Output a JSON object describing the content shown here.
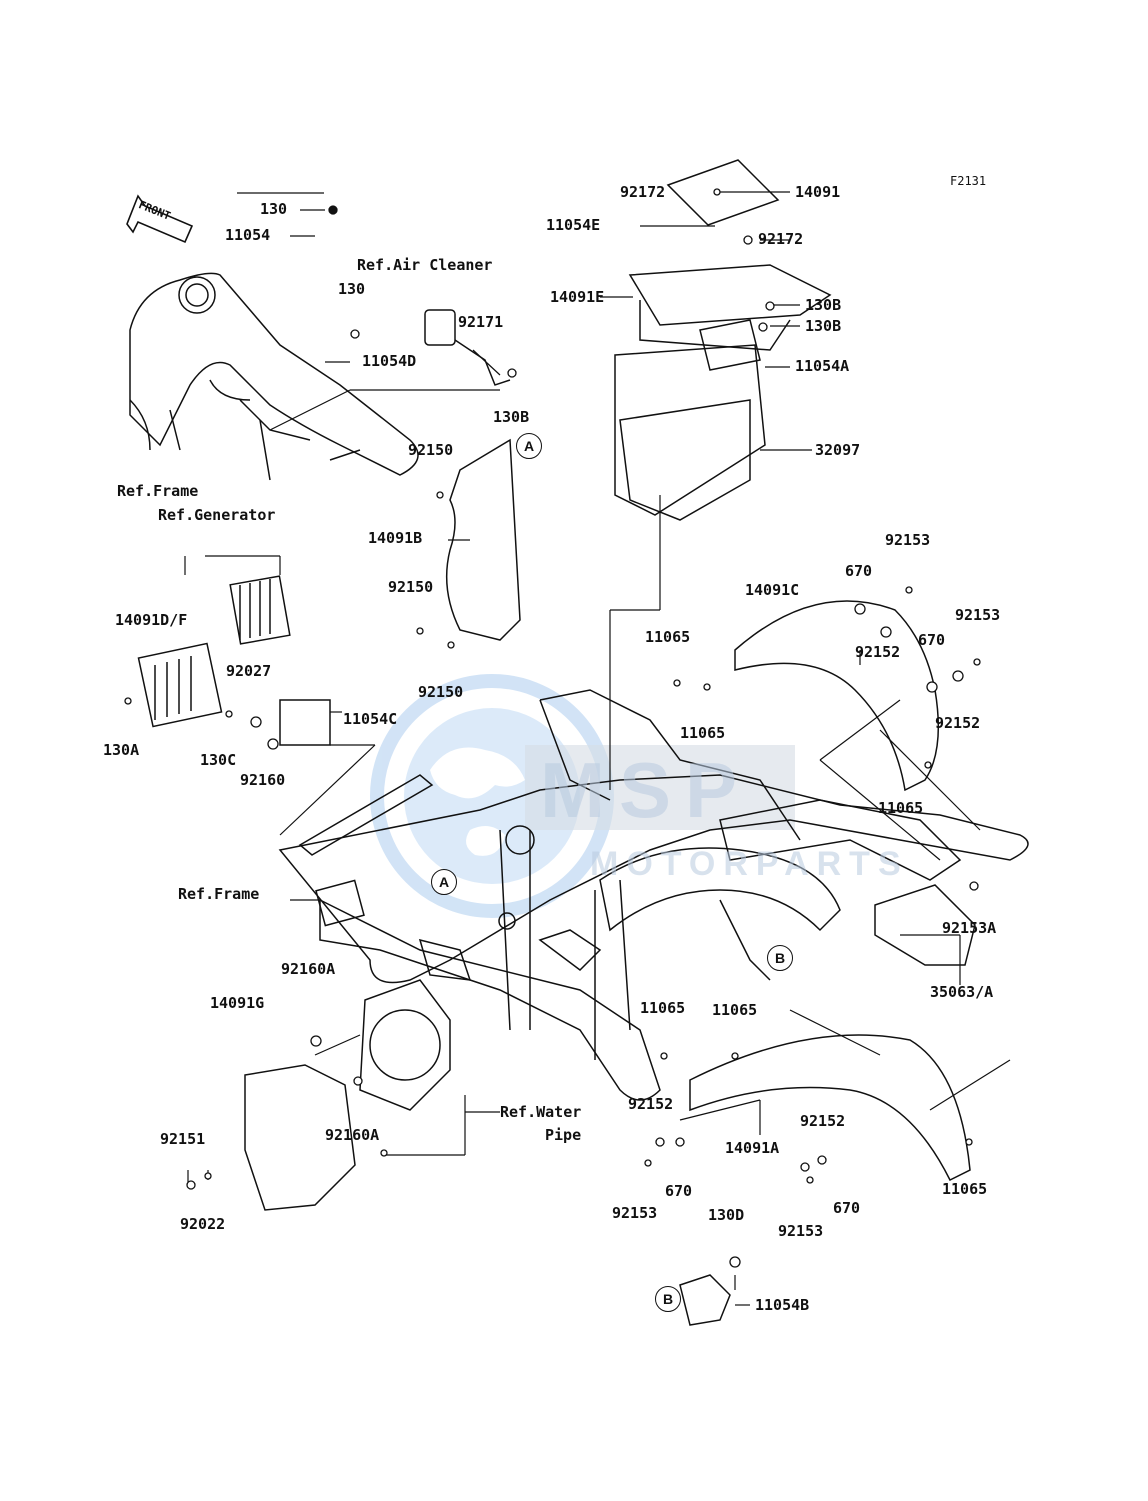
{
  "diagram_code": "F2131",
  "front_label": "FRONT",
  "watermark": {
    "main": "MSP",
    "sub": "MOTORPARTS"
  },
  "callouts": {
    "a": "A",
    "b": "B"
  },
  "refs": {
    "air_cleaner": "Ref.Air Cleaner",
    "frame_top": "Ref.Frame",
    "generator": "Ref.Generator",
    "frame_mid": "Ref.Frame",
    "water_pipe_1": "Ref.Water",
    "water_pipe_2": "Pipe"
  },
  "parts": {
    "p130_top": "130",
    "p11054": "11054",
    "p130_mid": "130",
    "p11054D": "11054D",
    "p92171": "92171",
    "p130B_left": "130B",
    "p92172_top": "92172",
    "p14091": "14091",
    "p11054E": "11054E",
    "p92172_right": "92172",
    "p14091E": "14091E",
    "p130B_r1": "130B",
    "p130B_r2": "130B",
    "p11054A": "11054A",
    "p92150_top": "92150",
    "p32097": "32097",
    "p14091B": "14091B",
    "p92153_top": "92153",
    "p92150_mid": "92150",
    "p670_top": "670",
    "p14091C": "14091C",
    "p92153_r": "92153",
    "p14091DF": "14091D/F",
    "p11065_a": "11065",
    "p92152_a": "92152",
    "p670_r": "670",
    "p92027": "92027",
    "p92150_bot": "92150",
    "p11054C": "11054C",
    "p11065_b": "11065",
    "p92152_b": "92152",
    "p130A": "130A",
    "p130C": "130C",
    "p92160": "92160",
    "p11065_c": "11065",
    "p92153A": "92153A",
    "p35063A": "35063/A",
    "p92160A_top": "92160A",
    "p14091G": "14091G",
    "p11065_d": "11065",
    "p11065_e": "11065",
    "p92152_c": "92152",
    "p92151": "92151",
    "p92160A_bot": "92160A",
    "p14091A": "14091A",
    "p92152_d": "92152",
    "p670_c": "670",
    "p670_d": "670",
    "p11065_f": "11065",
    "p92022": "92022",
    "p92153_c": "92153",
    "p92153_d": "92153",
    "p130D": "130D",
    "p11054B": "11054B"
  }
}
